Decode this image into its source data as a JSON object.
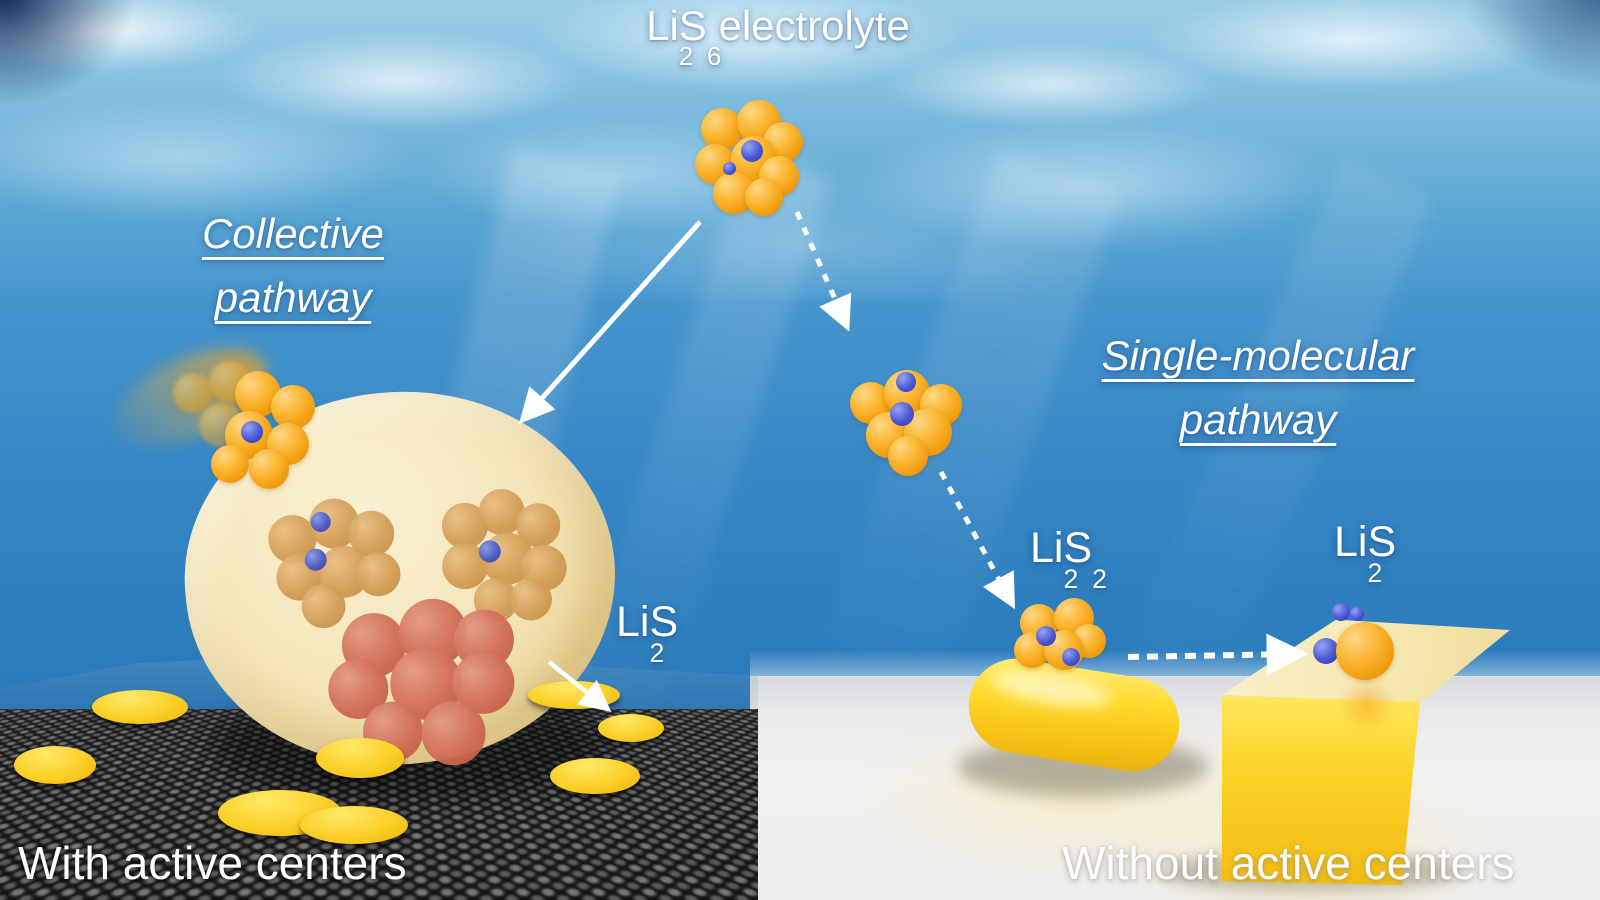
{
  "labels": {
    "title": {
      "t1": "Li",
      "s1": "2",
      "t2": "S",
      "s2": "6",
      "t3": " electrolyte"
    },
    "collective": {
      "line1": "Collective",
      "line2": "pathway"
    },
    "single": {
      "line1": "Single-molecular",
      "line2": "pathway"
    },
    "li2s_mesh": {
      "t1": "Li",
      "s1": "2",
      "t2": "S"
    },
    "li2s2": {
      "t1": "Li",
      "s1": "2",
      "t2": "S",
      "s2": "2"
    },
    "li2s_block": {
      "t1": "Li",
      "s1": "2",
      "t2": "S"
    },
    "with_active": "With active centers",
    "without_active": "Without active centers"
  },
  "colors": {
    "text_white": "#ffffff",
    "sulfur_orange": "#f09a0c",
    "lithium_blue": "#4a57d6",
    "droplet_cream": "#f4e6ba",
    "polysulfide_brown": "#d29c55",
    "li2s_red": "#cf6d55",
    "deposit_yellow": "#fbd028",
    "rod_yellow": "#ffd92b",
    "mesh_black": "#141414",
    "water_top": "#8cc3e2",
    "water_deep": "#2673b5",
    "floor_white": "#ececed"
  }
}
